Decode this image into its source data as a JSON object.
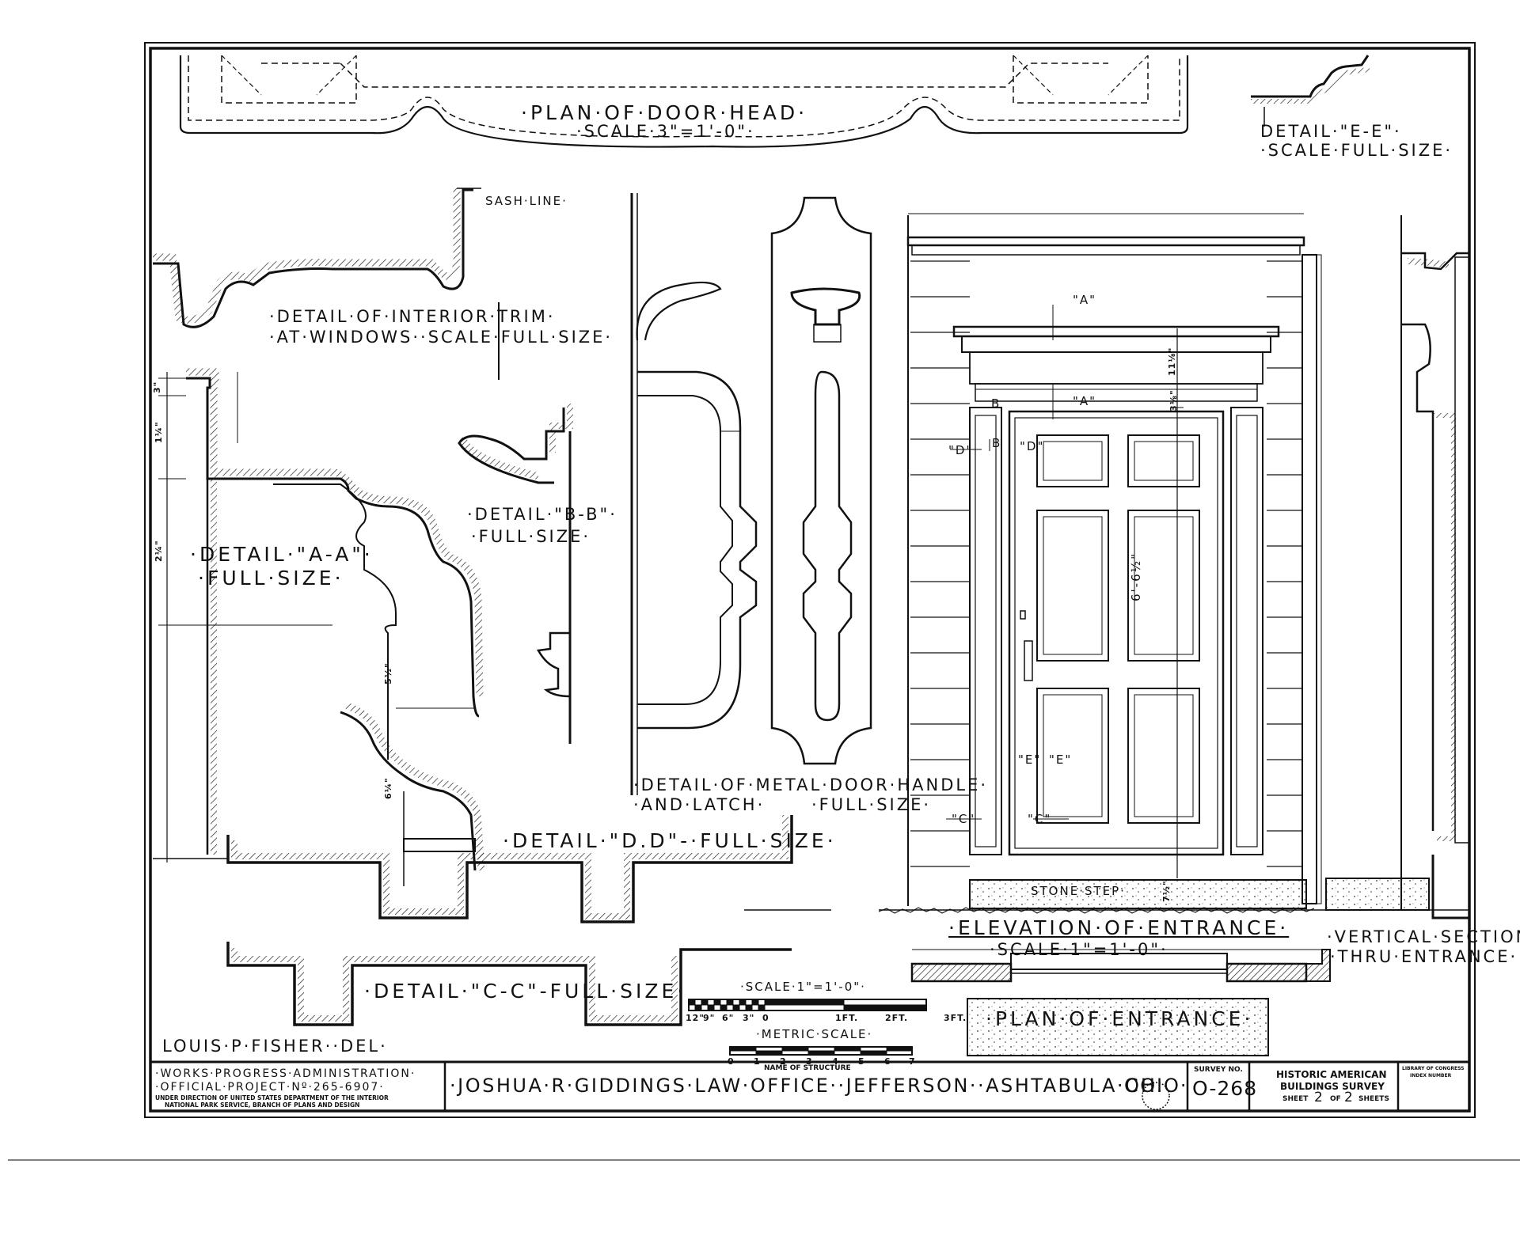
{
  "labels": {
    "door_head_title": "·PLAN·OF·DOOR·HEAD·",
    "door_head_scale": "·SCALE·3\"=1'-0\"·",
    "detail_ee_title": "DETAIL·\"E-E\"·",
    "detail_ee_scale": "·SCALE·FULL·SIZE·",
    "sash_line": "SASH·LINE·",
    "interior_trim_1": "·DETAIL·OF·INTERIOR·TRIM·",
    "interior_trim_2": "·AT·WINDOWS··SCALE·FULL·SIZE·",
    "detail_aa_1": "·DETAIL·\"A-A\"·",
    "detail_aa_2": "·FULL·SIZE·",
    "detail_bb_1": "·DETAIL·\"B-B\"·",
    "detail_bb_2": "·FULL·SIZE·",
    "handle_1": "·DETAIL·OF·METAL·DOOR·HANDLE·",
    "handle_2": "·AND·LATCH·",
    "handle_3": "·FULL·SIZE·",
    "detail_dd": "·DETAIL·\"D.D\"-·FULL·SIZE·",
    "detail_cc": "·DETAIL·\"C-C\"-FULL·SIZE·",
    "delineator": "LOUIS·P·FISHER··DEL·",
    "elevation_1": "·ELEVATION·OF·ENTRANCE·",
    "elevation_2": "·SCALE·1\"=1'-0\"·",
    "vertical_section_1": "·VERTICAL·SECTION·",
    "vertical_section_2": "·THRU·ENTRANCE·",
    "plan_of_entrance": "·PLAN·OF·ENTRANCE·",
    "stone_step": "STONE·STEP·",
    "scale_bar_title": "·SCALE·1\"=1'-0\"·",
    "metric_scale_title": "·METRIC·SCALE·",
    "scale_ticks": [
      "12\"",
      "9\"",
      "6\"",
      "3\"",
      "0",
      "1FT.",
      "2FT.",
      "3FT."
    ],
    "metric_ticks": [
      "0",
      "1",
      "2",
      "3",
      "4",
      "5",
      "6",
      "7"
    ],
    "section_marks": {
      "a_top": "\"A\"",
      "a_mid": "\"A\"",
      "b": "B",
      "b2": "B",
      "d_left": "\"D\"",
      "d_right": "\"D\"",
      "e_left": "\"E\"",
      "e_right": "\"E\"",
      "c_left": "\"C\"",
      "c_right": "\"C\""
    },
    "dimensions": {
      "door_height": "6'-6½\"",
      "head_height": "11⅛\"",
      "head_small": "3⅛\"",
      "aa_3": "3\"",
      "aa_1": "1¼\"",
      "aa_2": "2¼\"",
      "aa_5": "5½\"",
      "aa_6": "6¼\"",
      "step": "7½\""
    }
  },
  "title_block": {
    "agency_1": "·WORKS·PROGRESS·ADMINISTRATION·",
    "agency_2": "·OFFICIAL·PROJECT·Nº·265-6907·",
    "agency_3": "UNDER DIRECTION OF UNITED STATES DEPARTMENT OF THE INTERIOR",
    "agency_4": "NATIONAL PARK SERVICE, BRANCH OF PLANS AND DESIGN",
    "name_header": "NAME OF STRUCTURE",
    "structure_name": "·JOSHUA·R·GIDDINGS·LAW·OFFICE··JEFFERSON··ASHTABULA·CO.",
    "state": "OHIO·",
    "survey_header": "SURVEY NO.",
    "survey_number": "O-268",
    "habs_1": "HISTORIC AMERICAN",
    "habs_2": "BUILDINGS SURVEY",
    "sheet_prefix": "SHEET",
    "sheet_number": "2",
    "sheet_of": "OF",
    "sheet_total": "2",
    "sheet_suffix": "SHEETS",
    "loc_1": "LIBRARY OF CONGRESS",
    "loc_2": "INDEX NUMBER"
  }
}
